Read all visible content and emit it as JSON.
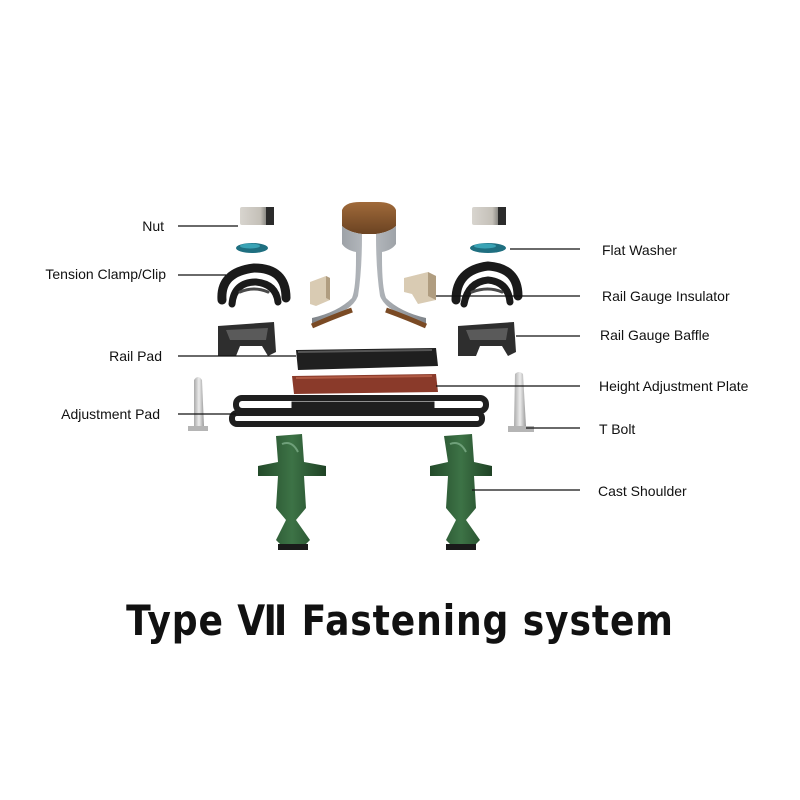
{
  "title": "Type Ⅶ Fastening system",
  "labels": {
    "nut": "Nut",
    "tension_clamp": "Tension Clamp/Clip",
    "rail_pad": "Rail Pad",
    "adjustment_pad": "Adjustment Pad",
    "flat_washer": "Flat Washer",
    "rail_gauge_insulator": "Rail Gauge Insulator",
    "rail_gauge_baffle": "Rail Gauge Baffle",
    "height_adjustment_plate": "Height Adjustment Plate",
    "t_bolt": "T Bolt",
    "cast_shoulder": "Cast Shoulder"
  },
  "colors": {
    "rail_head": "#8a5a2e",
    "rail_body": "#9fa3a8",
    "clip": "#1c1c1c",
    "washer": "#1f7a8a",
    "insulator": "#cdbfa8",
    "pad": "#3a3a3a",
    "height_plate": "#8a3a2a",
    "shoulder": "#2f5f36",
    "bolt": "#c9c9c9"
  }
}
